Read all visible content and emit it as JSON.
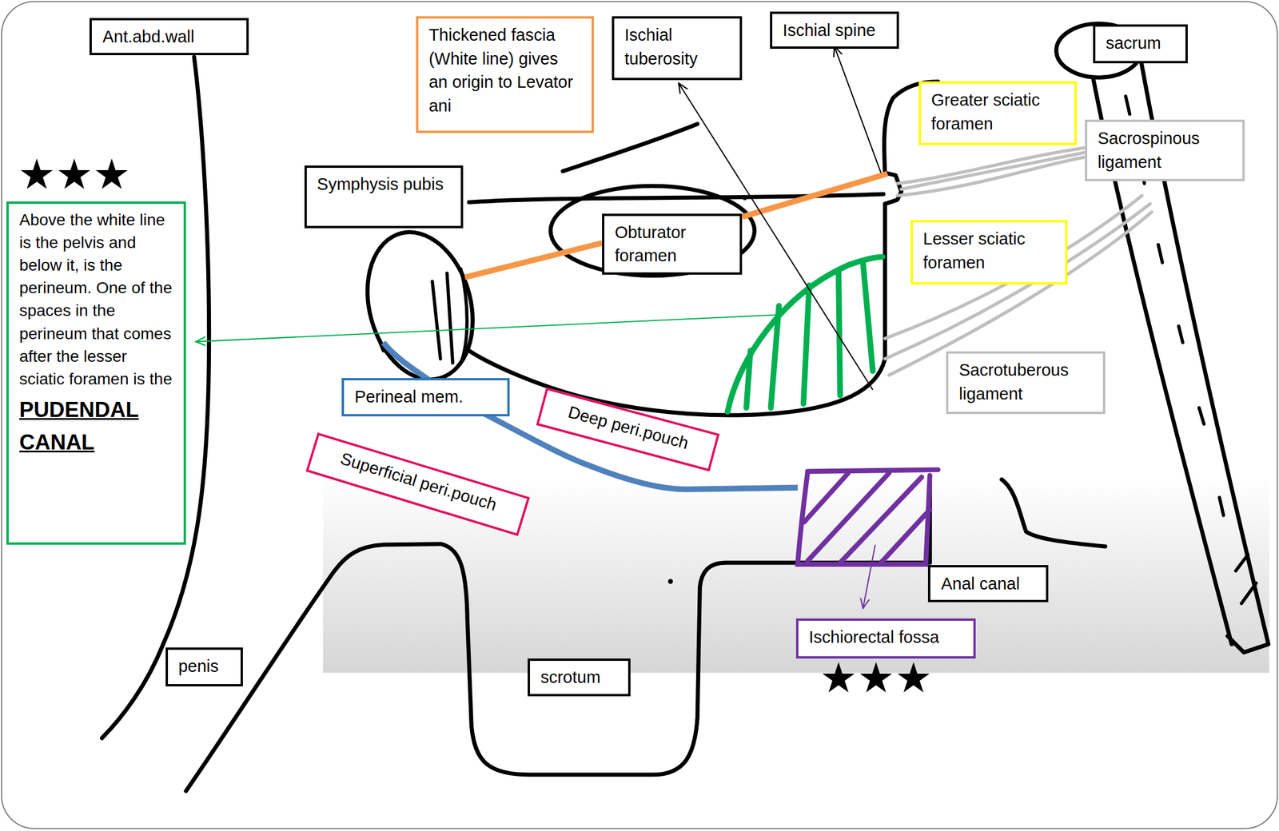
{
  "diagram": {
    "nodes": [
      {
        "text": [
          "Ant.abd.wall"
        ]
      },
      {
        "text": [
          "Thickened fascia (White line) gives an origin to Levator ani"
        ]
      },
      {
        "text": [
          "Ischial tuberosity"
        ]
      },
      {
        "text": [
          "Ischial spine"
        ]
      },
      {
        "text": [
          "sacrum"
        ]
      },
      {
        "text": [
          "Greater sciatic foramen"
        ]
      },
      {
        "text": [
          "Sacrospinous ligament"
        ]
      },
      {
        "text": [
          "Symphysis pubis"
        ]
      },
      {
        "text": [
          "Above the white line is the pelvis and below it, is the perineum. One of the spaces in the perineum that comes after the lesser sciatic foramen is the",
          "PUDENDAL CANAL"
        ]
      },
      {
        "text": [
          "Obturator foramen"
        ]
      },
      {
        "text": [
          "Lesser sciatic foramen"
        ]
      },
      {
        "text": [
          "Sacrotuberous ligament"
        ]
      },
      {
        "text": [
          "Perineal mem."
        ]
      },
      {
        "text": [
          "Deep peri.pouch"
        ]
      },
      {
        "text": [
          "Superficial peri.pouch"
        ]
      },
      {
        "text": [
          "Anal canal"
        ]
      },
      {
        "text": [
          "Ischiorectal fossa"
        ]
      },
      {
        "text": [
          "penis"
        ]
      },
      {
        "text": [
          "scrotum"
        ]
      }
    ],
    "labels": [
      "★★★",
      "★★★"
    ]
  }
}
